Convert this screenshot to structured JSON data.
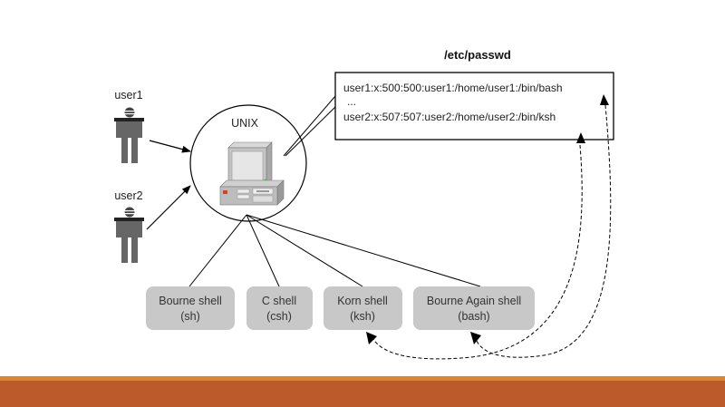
{
  "diagram": {
    "system_label": "UNIX",
    "file": {
      "title": "/etc/passwd",
      "lines": [
        "user1:x:500:500:user1:/home/user1:/bin/bash",
        "...",
        "user2:x:507:507:user2:/home/user2:/bin/ksh"
      ]
    },
    "users": [
      {
        "label": "user1"
      },
      {
        "label": "user2"
      }
    ],
    "shells": [
      {
        "name": "Bourne shell",
        "cmd": "(sh)"
      },
      {
        "name": "C shell",
        "cmd": "(csh)"
      },
      {
        "name": "Korn shell",
        "cmd": "(ksh)"
      },
      {
        "name": "Bourne Again shell",
        "cmd": "(bash)"
      }
    ],
    "links": [
      {
        "from": "user1",
        "to": "UNIX",
        "style": "solid-arrow"
      },
      {
        "from": "user2",
        "to": "UNIX",
        "style": "solid-arrow"
      },
      {
        "from": "/etc/passwd",
        "to": "UNIX",
        "style": "solid-line"
      },
      {
        "from": "UNIX",
        "to": "(sh)",
        "style": "solid-line"
      },
      {
        "from": "UNIX",
        "to": "(csh)",
        "style": "solid-line"
      },
      {
        "from": "UNIX",
        "to": "(ksh)",
        "style": "solid-line"
      },
      {
        "from": "UNIX",
        "to": "(bash)",
        "style": "solid-line"
      },
      {
        "from": "/bin/ksh",
        "to": "(ksh)",
        "style": "dashed-arrow"
      },
      {
        "from": "/bin/bash",
        "to": "(bash)",
        "style": "dashed-arrow"
      }
    ],
    "colors": {
      "shell_box": "#c8c8c8",
      "person": "#555555",
      "footer": "#bc5a2c",
      "footer_stripe": "#d9892c"
    }
  }
}
